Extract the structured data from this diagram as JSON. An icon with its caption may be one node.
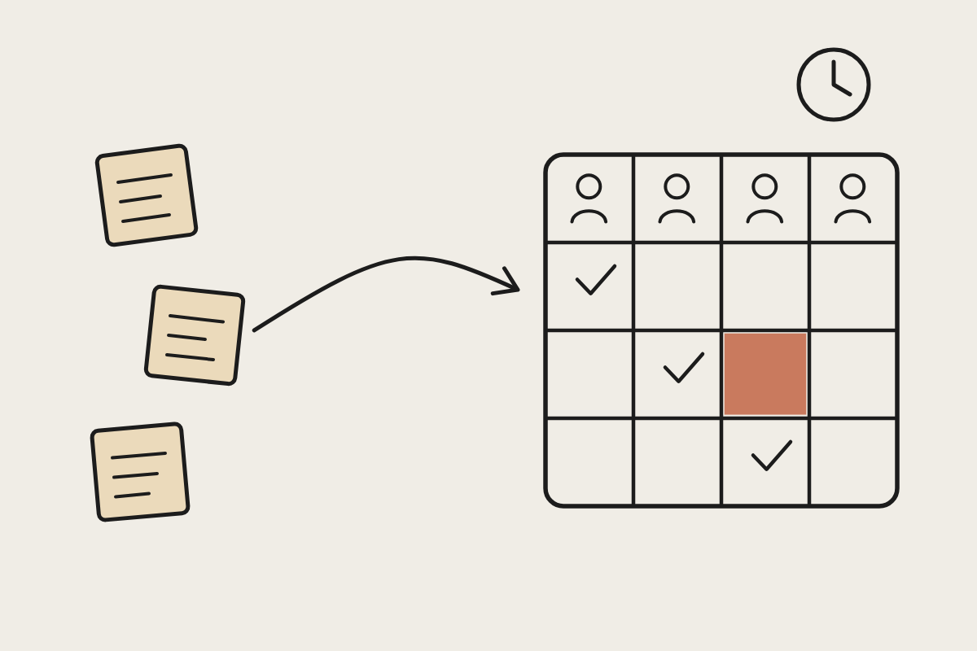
{
  "diagram": {
    "nodes": [
      {
        "text": [],
        "shape": "note"
      },
      {
        "text": [],
        "shape": "note"
      },
      {
        "text": [],
        "shape": "note"
      },
      {
        "text": [],
        "shape": "grid"
      }
    ],
    "edges": [
      {
        "from": 1,
        "to": 3,
        "arrow": "to"
      }
    ]
  }
}
